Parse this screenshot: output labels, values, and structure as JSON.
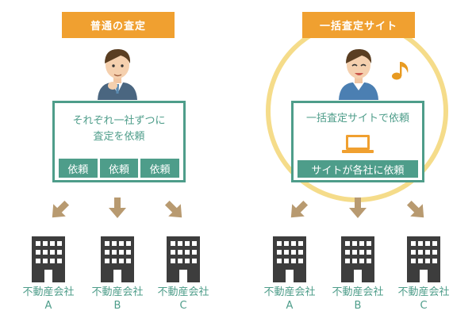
{
  "left": {
    "header": "普通の査定",
    "panel_line1": "それぞれ一社ずつに",
    "panel_line2": "査定を依頼",
    "buttons": [
      "依頼",
      "依頼",
      "依頼"
    ],
    "companies": [
      {
        "name": "不動産会社",
        "letter": "A"
      },
      {
        "name": "不動産会社",
        "letter": "B"
      },
      {
        "name": "不動産会社",
        "letter": "C"
      }
    ]
  },
  "right": {
    "header": "一括査定サイト",
    "panel_line1": "一括査定サイトで依頼",
    "bar": "サイトが各社に依頼",
    "companies": [
      {
        "name": "不動産会社",
        "letter": "A"
      },
      {
        "name": "不動産会社",
        "letter": "B"
      },
      {
        "name": "不動産会社",
        "letter": "C"
      }
    ]
  },
  "colors": {
    "orange": "#f0a030",
    "teal": "#4e9d8a",
    "ring": "#f5dc8a",
    "arrow": "#b89a70",
    "building": "#3d3d3d"
  },
  "icons": [
    "person-thinking-icon",
    "person-happy-icon",
    "music-note-icon",
    "laptop-icon",
    "arrow-icon",
    "building-icon"
  ]
}
